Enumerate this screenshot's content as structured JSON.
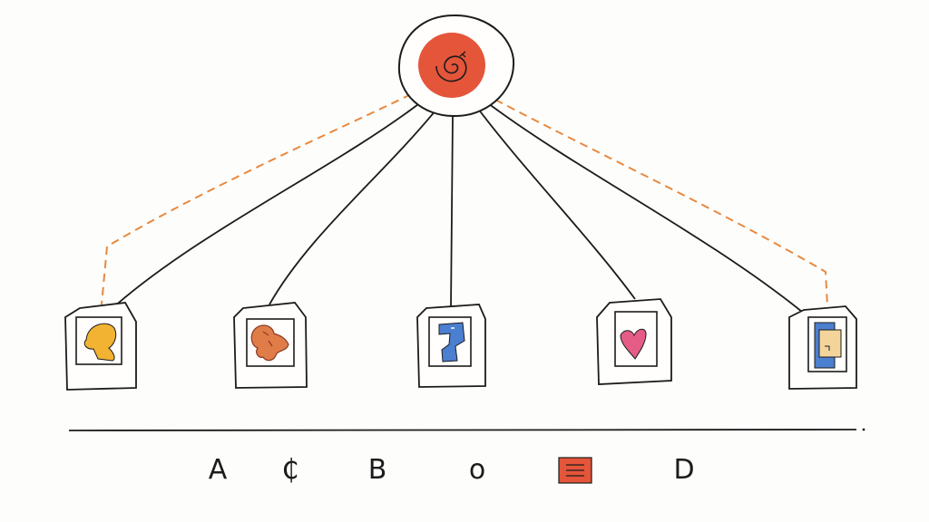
{
  "colors": {
    "ink": "#1c1c1c",
    "accent_red": "#e4553a",
    "dashed_orange": "#e8893f",
    "yellow": "#f2b232",
    "orange": "#e07c48",
    "blue": "#4b7fd0",
    "pink": "#e55c86",
    "tan": "#f3d59b",
    "paper": "#fdfdfc"
  },
  "hub": {
    "icon": "spiral-icon"
  },
  "nodes": [
    {
      "icon": "yellow-blob-icon"
    },
    {
      "icon": "orange-creature-icon"
    },
    {
      "icon": "blue-question-mark-icon"
    },
    {
      "icon": "pink-heart-icon"
    },
    {
      "icon": "blue-tan-card-icon"
    }
  ],
  "legend": {
    "labels": [
      "A",
      "₵",
      "B",
      "o",
      "",
      "D"
    ],
    "marker": "red-square-marker"
  }
}
